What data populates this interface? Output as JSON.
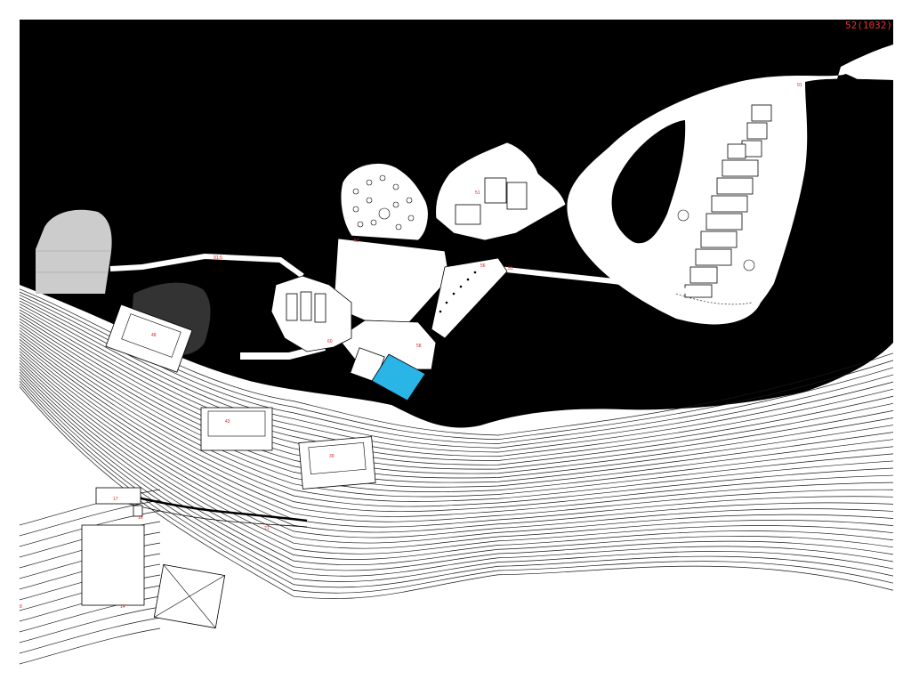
{
  "page": {
    "number_label": "52(1032)"
  },
  "colors": {
    "water": "#000000",
    "land": "#ffffff",
    "contour": "#1a1a1a",
    "label": "#e02020",
    "pool": "#29b6e6",
    "rock_light": "#cccccc",
    "rock_dark": "#333333"
  },
  "labels": {
    "l91": "91",
    "l91_5": "91.5",
    "l51": "51",
    "l50": "50",
    "l56": "56",
    "l51b": "51",
    "l58": "58",
    "l60": "60",
    "l48": "48",
    "l43": "43",
    "l39": "39",
    "l17": "17",
    "l16": "16",
    "l21": "21",
    "l14": "14",
    "l8": "8"
  }
}
